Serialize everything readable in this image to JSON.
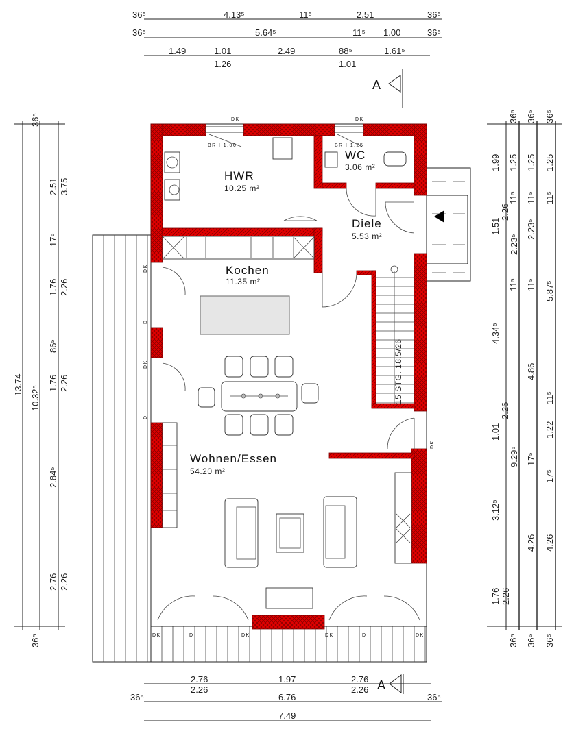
{
  "colors": {
    "wall": "#e00000",
    "hatch": "#7a0000",
    "line": "#222222"
  },
  "rooms": [
    {
      "name": "HWR",
      "area": "10.25 m²"
    },
    {
      "name": "WC",
      "area": "3.06 m²"
    },
    {
      "name": "Diele",
      "area": "5.53 m²"
    },
    {
      "name": "Kochen",
      "area": "11.35 m²"
    },
    {
      "name": "Wohnen/Essen",
      "area": "54.20 m²"
    }
  ],
  "windows": {
    "brh_hwr": "BRH 1.00",
    "brh_wc": "BRH 1.25",
    "dk": "DK",
    "d": "D"
  },
  "stair": {
    "label": "15 STG. 18.5/26"
  },
  "section_mark": "A",
  "dimensions": {
    "top": {
      "row1": [
        "36⁵",
        "4.13⁵",
        "11⁵",
        "2.51",
        "36⁵"
      ],
      "row2": [
        "36⁵",
        "5.64⁵",
        "11⁵",
        "1.00",
        "36⁵"
      ],
      "row3": [
        "1.49",
        "1.01",
        "2.49",
        "88⁵",
        "1.61⁵"
      ],
      "row3_below": [
        "1.26",
        "1.01"
      ]
    },
    "left": {
      "overall": "13.74",
      "inner": "10.32⁵",
      "col1": [
        "36⁵",
        "2.51",
        "17⁵",
        "1.76",
        "86⁵",
        "1.76",
        "2.84⁵",
        "2.76",
        "36⁵"
      ],
      "col2": [
        "3.75",
        "2.26",
        "2.26",
        "2.26"
      ]
    },
    "right": {
      "col1": [
        "1.99",
        "1.51",
        "4.34⁵",
        "1.01",
        "3.12⁵",
        "1.76"
      ],
      "col2": [
        "36⁵",
        "1.25",
        "11⁵",
        "2.26",
        "2.23⁵",
        "11⁵",
        "2.26",
        "9.29⁵",
        "2.26",
        "36⁵"
      ],
      "col3": [
        "36⁵",
        "1.25",
        "11⁵",
        "2.23⁵",
        "11⁵",
        "4.86",
        "17⁵",
        "4.26",
        "36⁵"
      ],
      "col4": [
        "36⁵",
        "1.25",
        "11⁵",
        "5.87⁵",
        "11⁵",
        "1.22",
        "17⁵",
        "4.26",
        "36⁵"
      ]
    },
    "bottom": {
      "row1": [
        "2.76",
        "1.97",
        "2.76"
      ],
      "row1_below": [
        "2.26",
        "2.26"
      ],
      "row2": [
        "36⁵",
        "6.76",
        "36⁵"
      ],
      "row3": "7.49"
    }
  }
}
